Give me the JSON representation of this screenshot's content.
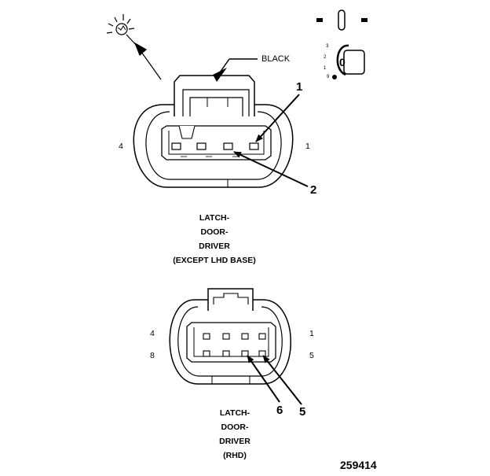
{
  "legend_symbols": {
    "pin_position_numbers": [
      "3",
      "2",
      "1",
      "9"
    ],
    "key_letter": "0"
  },
  "top_connector": {
    "color_label": "BLACK",
    "pin_left": "4",
    "pin_right": "1",
    "callouts": [
      "1",
      "2"
    ],
    "caption": [
      "LATCH-",
      "DOOR-",
      "DRIVER",
      "(EXCEPT LHD BASE)"
    ]
  },
  "bottom_connector": {
    "pin_top_left": "4",
    "pin_top_right": "1",
    "pin_bottom_left": "8",
    "pin_bottom_right": "5",
    "callouts": [
      "6",
      "5"
    ],
    "caption": [
      "LATCH-",
      "DOOR-",
      "DRIVER",
      "(RHD)"
    ]
  },
  "figure_number": "259414"
}
